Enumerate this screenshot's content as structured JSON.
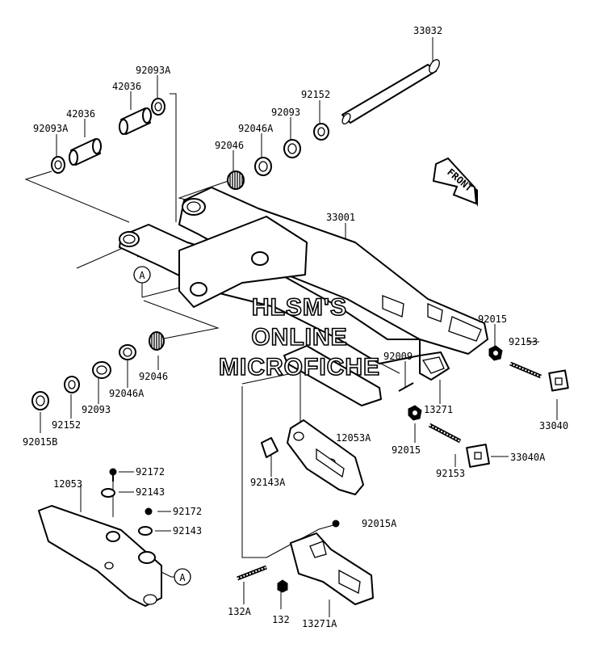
{
  "title": "",
  "labels": {
    "p33032": "33032",
    "p92093A_top": "92093A",
    "p42036_top": "42036",
    "p42036_left": "42036",
    "p92093A_left": "92093A",
    "p92152_top": "92152",
    "p92093_top": "92093",
    "p92046A_top": "92046A",
    "p92046_top": "92046",
    "p33001": "33001",
    "callout_a_upper": "A",
    "p92015_right": "92015",
    "p92153_right": "92153",
    "p92009": "92009",
    "p13271": "13271",
    "p33040": "33040",
    "p92046_mid": "92046",
    "p92046A_mid": "92046A",
    "p92093_mid": "92093",
    "p92152_mid": "92152",
    "p92015B": "92015B",
    "p12053A": "12053A",
    "p92015_mid": "92015",
    "p92143A": "92143A",
    "p92153_bottom": "92153",
    "p33040A": "33040A",
    "p12053": "12053",
    "p92172_a": "92172",
    "p92143_a": "92143",
    "p92172_b": "92172",
    "p92143_b": "92143",
    "callout_a_lower": "A",
    "p92015A": "92015A",
    "p132A": "132A",
    "p132": "132",
    "p13271A": "13271A"
  },
  "front_arrow": {
    "label": "FRONT"
  },
  "watermark": {
    "line1": "HLSM'S",
    "line2": "ONLINE",
    "line3": "MICROFICHE"
  }
}
